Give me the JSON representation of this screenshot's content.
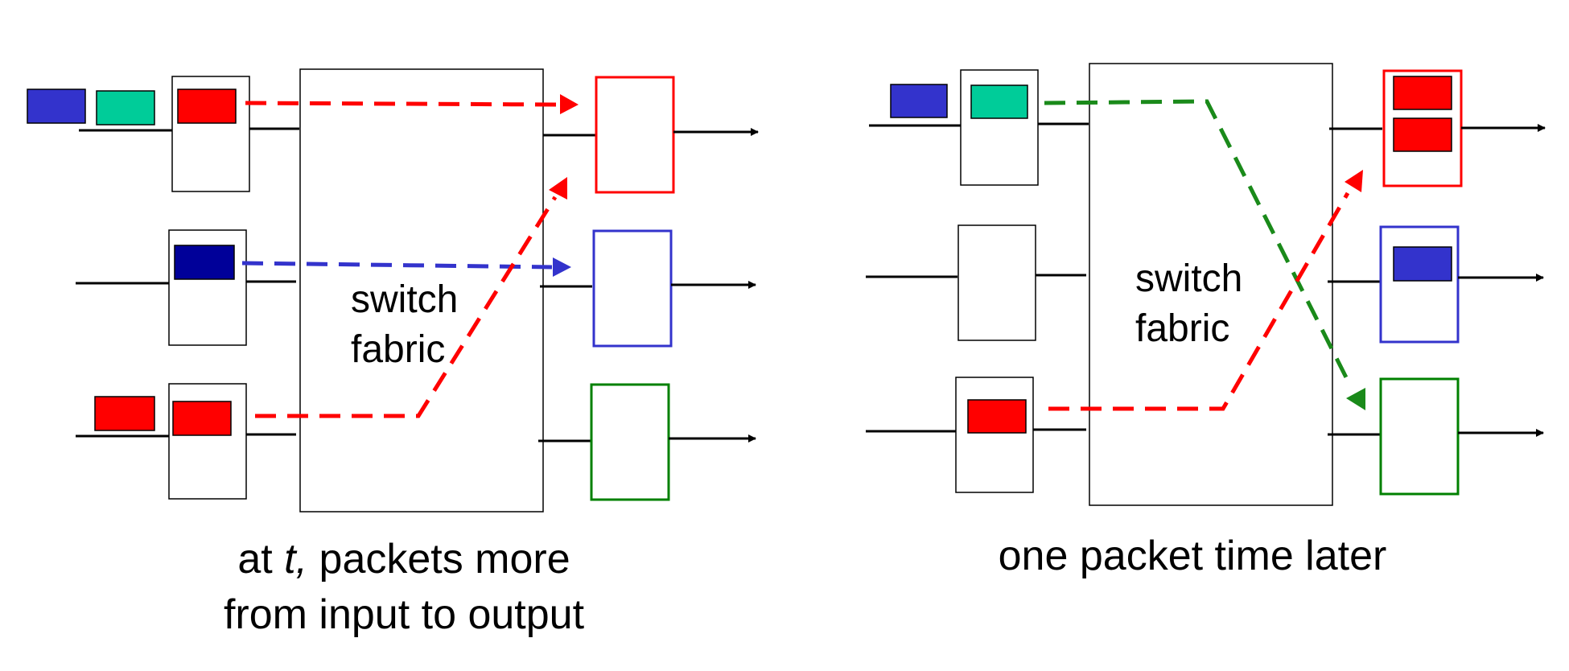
{
  "left": {
    "fabric_label_line1": "switch",
    "fabric_label_line2": "fabric",
    "caption_line1_pre": "at ",
    "caption_line1_t": "t,",
    "caption_line1_post": " packets more",
    "caption_line2": "from input to output"
  },
  "right": {
    "fabric_label_line1": "switch",
    "fabric_label_line2": "fabric",
    "caption": "one packet time later"
  },
  "colors": {
    "red": "#ff0000",
    "light_blue": "#3333cc",
    "dark_blue": "#000099",
    "teal": "#00cc99",
    "green": "#008000",
    "green_dash": "#1a8a1a",
    "outline": "#000000"
  }
}
